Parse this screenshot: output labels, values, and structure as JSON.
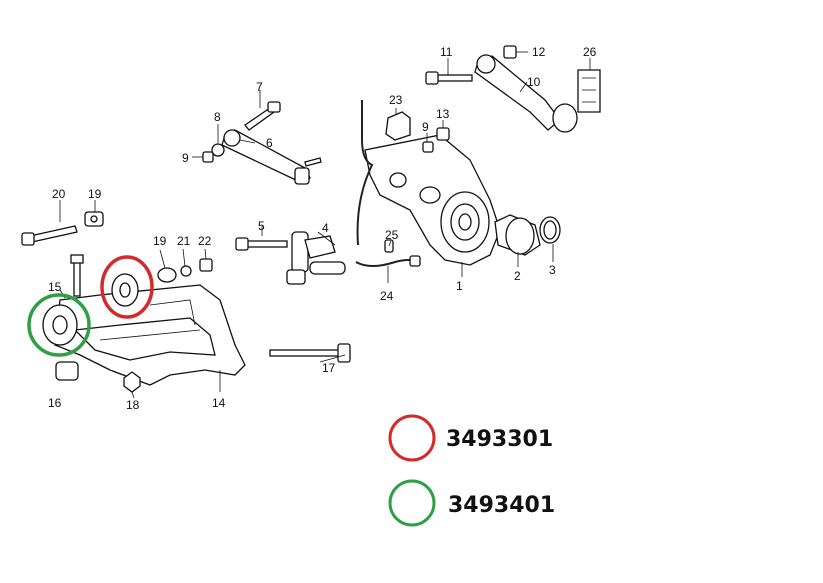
{
  "callouts": [
    {
      "id": "c1",
      "text": "1"
    },
    {
      "id": "c2",
      "text": "2"
    },
    {
      "id": "c3",
      "text": "3"
    },
    {
      "id": "c4",
      "text": "4"
    },
    {
      "id": "c5",
      "text": "5"
    },
    {
      "id": "c6",
      "text": "6"
    },
    {
      "id": "c7",
      "text": "7"
    },
    {
      "id": "c8",
      "text": "8"
    },
    {
      "id": "c9a",
      "text": "9"
    },
    {
      "id": "c9b",
      "text": "9"
    },
    {
      "id": "c10",
      "text": "10"
    },
    {
      "id": "c11",
      "text": "11"
    },
    {
      "id": "c12",
      "text": "12"
    },
    {
      "id": "c13",
      "text": "13"
    },
    {
      "id": "c14",
      "text": "14"
    },
    {
      "id": "c15",
      "text": "15"
    },
    {
      "id": "c16",
      "text": "16"
    },
    {
      "id": "c17",
      "text": "17"
    },
    {
      "id": "c18",
      "text": "18"
    },
    {
      "id": "c19a",
      "text": "19"
    },
    {
      "id": "c19b",
      "text": "19"
    },
    {
      "id": "c20",
      "text": "20"
    },
    {
      "id": "c21",
      "text": "21"
    },
    {
      "id": "c22",
      "text": "22"
    },
    {
      "id": "c23",
      "text": "23"
    },
    {
      "id": "c24",
      "text": "24"
    },
    {
      "id": "c25",
      "text": "25"
    },
    {
      "id": "c26",
      "text": "26"
    }
  ],
  "legend": {
    "red": {
      "part_number": "3493301",
      "color": "#d42a2a"
    },
    "green": {
      "part_number": "3493401",
      "color": "#2ea043"
    }
  }
}
